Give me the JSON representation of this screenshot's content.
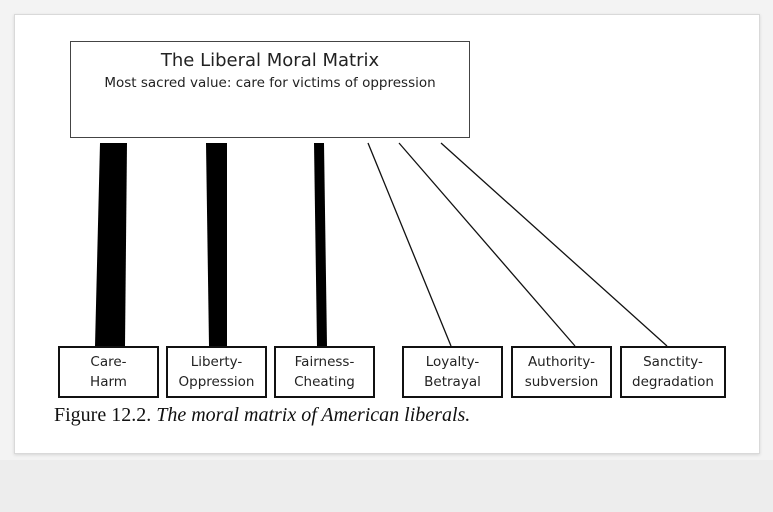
{
  "diagram": {
    "title": "The Liberal Moral Matrix",
    "subtitle": "Most sacred value:  care for victims of oppression",
    "foundations": [
      {
        "line1": "Care-",
        "line2": "Harm",
        "strength": "thick"
      },
      {
        "line1": "Liberty-",
        "line2": "Oppression",
        "strength": "thick"
      },
      {
        "line1": "Fairness-",
        "line2": "Cheating",
        "strength": "medium"
      },
      {
        "line1": "Loyalty-",
        "line2": "Betrayal",
        "strength": "thin"
      },
      {
        "line1": "Authority-",
        "line2": "subversion",
        "strength": "thin"
      },
      {
        "line1": "Sanctity-",
        "line2": "degradation",
        "strength": "thin"
      }
    ]
  },
  "caption": {
    "prefix": "Figure 12.2.",
    "italic": "The moral matrix of American liberals."
  }
}
